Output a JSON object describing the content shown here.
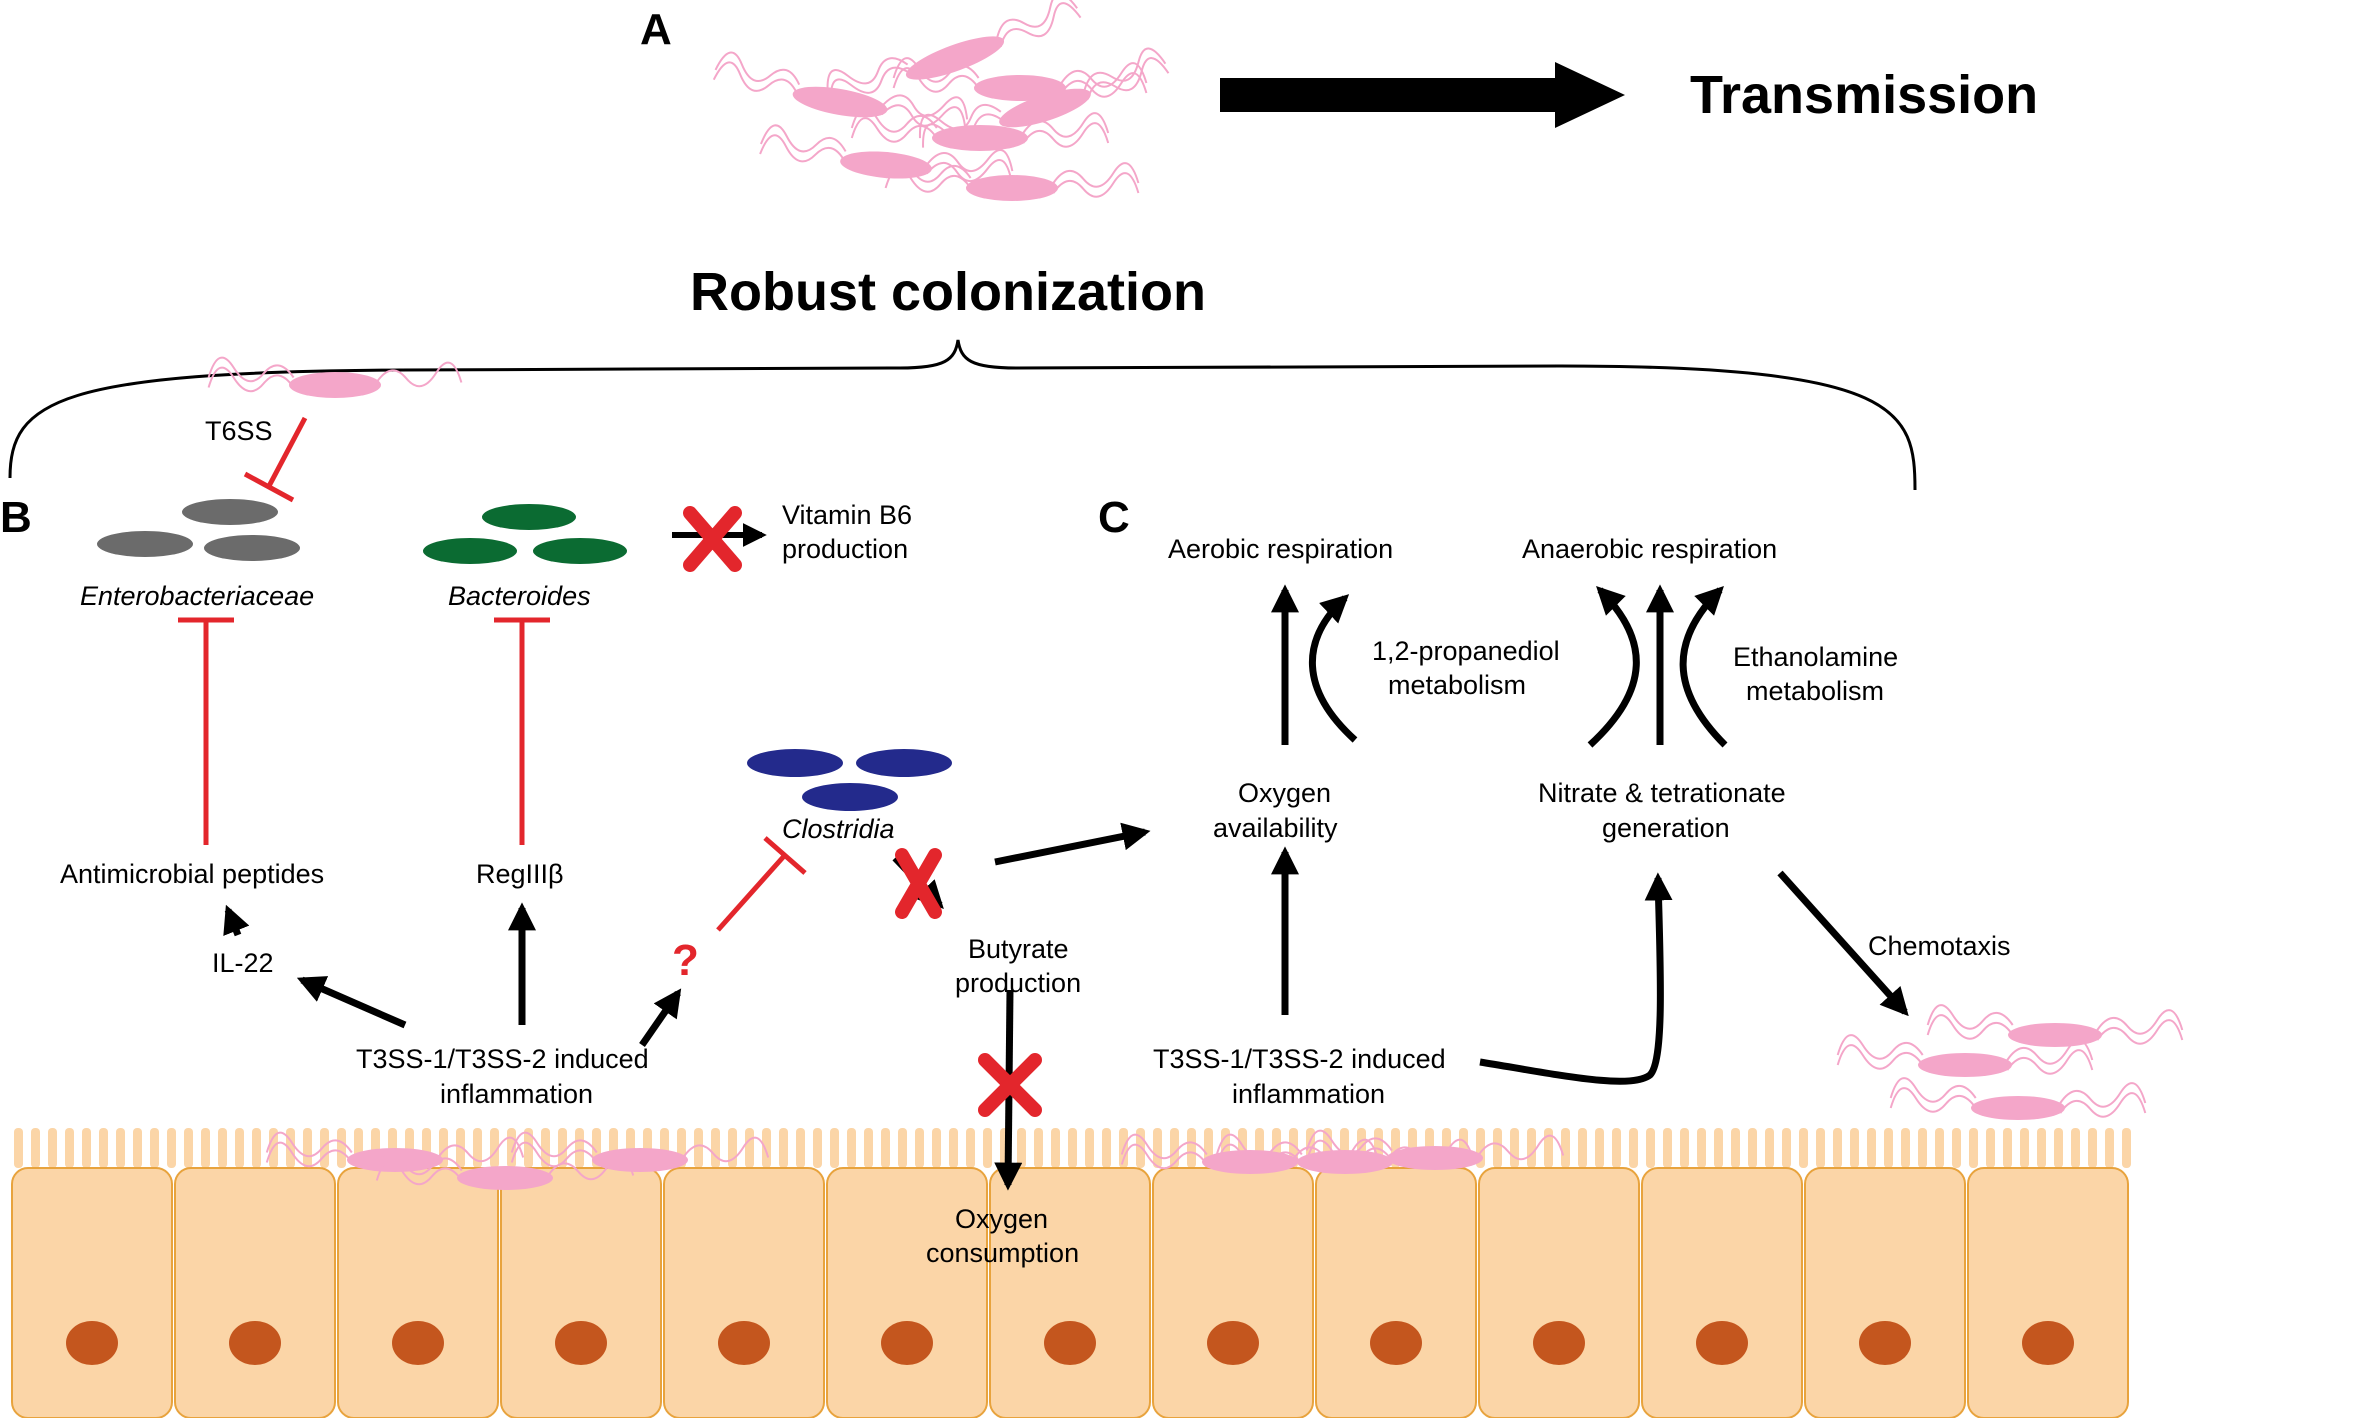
{
  "panels": {
    "a": "A",
    "b": "B",
    "c": "C"
  },
  "headline": {
    "transmission": "Transmission",
    "colonization": "Robust colonization"
  },
  "panel_b": {
    "t6ss": "T6SS",
    "enterobacteriaceae": "Enterobacteriaceae",
    "bacteroides": "Bacteroides",
    "vitamin_b6": [
      "Vitamin B6",
      "production"
    ],
    "clostridia": "Clostridia",
    "antimicrobial_peptides": "Antimicrobial peptides",
    "il22": "IL-22",
    "regiiib": "RegIIIβ",
    "question": "?",
    "inflammation": [
      "T3SS-1/T3SS-2 induced",
      "inflammation"
    ],
    "butyrate": [
      "Butyrate",
      "production"
    ],
    "oxygen_consumption": [
      "Oxygen",
      "consumption"
    ]
  },
  "panel_c": {
    "aerobic": "Aerobic respiration",
    "anaerobic": "Anaerobic respiration",
    "propanediol": [
      "1,2-propanediol",
      "metabolism"
    ],
    "ethanolamine": [
      "Ethanolamine",
      "metabolism"
    ],
    "oxygen_availability": [
      "Oxygen",
      "availability"
    ],
    "nitrate": [
      "Nitrate & tetrationate",
      "generation"
    ],
    "inflammation": [
      "T3SS-1/T3SS-2 induced",
      "inflammation"
    ],
    "chemotaxis": "Chemotaxis"
  },
  "colors": {
    "salmonella": "#f4a6c9",
    "enterobacteriaceae": "#6b6b6b",
    "bacteroides": "#0b6b32",
    "clostridia": "#232a8c",
    "inhibition": "#e3262c",
    "cell_fill": "#fbd5a7",
    "cell_border": "#e8a33d",
    "nucleus": "#c4561e"
  },
  "icons": [
    "salmonella-cluster-icon",
    "inhibit-icon",
    "red-x-icon",
    "epithelial-cell-icon"
  ]
}
